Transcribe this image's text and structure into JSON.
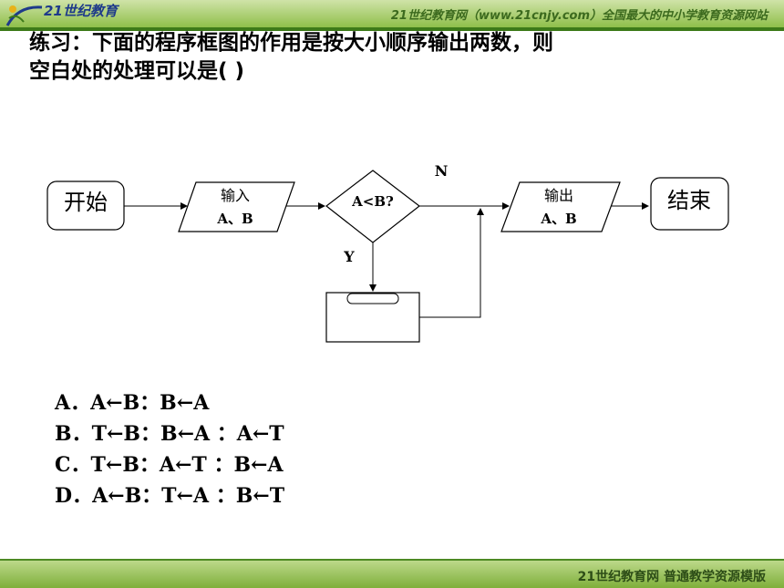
{
  "header": {
    "logo_text": "21世纪教育",
    "banner": "21世纪教育网（www.21cnjy.com）全国最大的中小学教育资源网站"
  },
  "question": {
    "line1": "练习：下面的程序框图的作用是按大小顺序输出两数，则",
    "line2": "空白处的处理可以是(    )"
  },
  "flowchart": {
    "start": "开始",
    "input_line1": "输入",
    "input_line2": "A、B",
    "decision": "A<B?",
    "no_label": "N",
    "yes_label": "Y",
    "output_line1": "输出",
    "output_line2": "A、B",
    "end": "结束"
  },
  "options": [
    "A．A←B：B←A",
    "B．T←B：B←A ：A←T",
    "C．T←B：A←T ：B←A",
    "D．A←B：T←A ：B←T"
  ],
  "footer": {
    "text": "21世纪教育网    普通教学资源模版"
  },
  "colors": {
    "header_green": "#8fbf4a",
    "footer_green": "#7faf3a",
    "logo_blue": "#1e3a8a"
  }
}
